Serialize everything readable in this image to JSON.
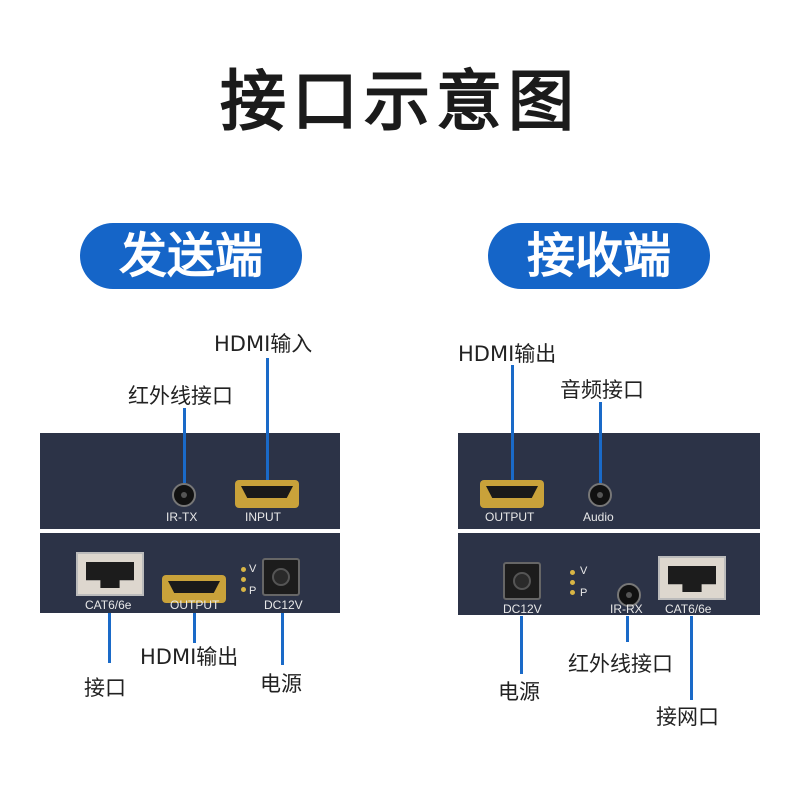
{
  "title": "接口示意图",
  "sender": {
    "badge": "发送端",
    "top_labels": {
      "hdmi_in": "HDMI输入",
      "ir": "红外线接口"
    },
    "top_ports": {
      "ir": "IR-TX",
      "input": "INPUT"
    },
    "bottom_ports": {
      "cat": "CAT6/6e",
      "output": "OUTPUT",
      "power": "DC12V",
      "led_v": "V",
      "led_p": "P"
    },
    "bottom_labels": {
      "cat": "接口",
      "hdmi_out": "HDMI输出",
      "power": "电源"
    }
  },
  "receiver": {
    "badge": "接收端",
    "top_labels": {
      "hdmi_out": "HDMI输出",
      "audio": "音频接口"
    },
    "top_ports": {
      "output": "OUTPUT",
      "audio": "Audio"
    },
    "bottom_ports": {
      "power": "DC12V",
      "led_v": "V",
      "led_p": "P",
      "ir": "IR-RX",
      "cat": "CAT6/6e"
    },
    "bottom_labels": {
      "power": "电源",
      "ir": "红外线接口",
      "cat": "接网口"
    }
  },
  "colors": {
    "accent": "#1565c8",
    "panel": "#2c3347",
    "hdmi_gold": "#c9a23a"
  }
}
